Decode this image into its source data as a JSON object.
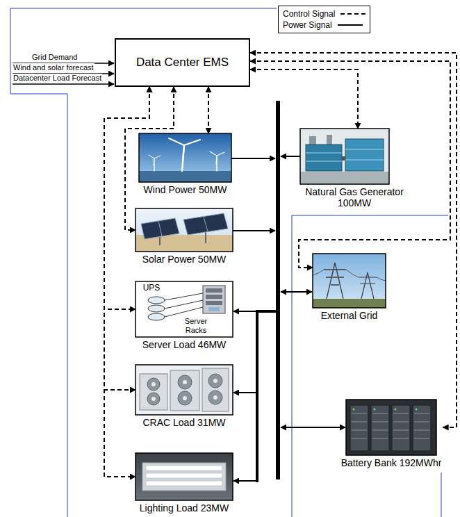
{
  "diagram": {
    "nodes": [
      {
        "text": [
          "Data Center EMS"
        ]
      },
      {
        "text": [
          "Wind Power 50MW"
        ]
      },
      {
        "text": [
          "Natural Gas Generator 100MW"
        ]
      },
      {
        "text": [
          "Solar Power 50MW"
        ]
      },
      {
        "text": [
          "External Grid"
        ]
      },
      {
        "text": [
          "UPS",
          "Server Racks",
          "Server Load 46MW"
        ]
      },
      {
        "text": [
          "CRAC Load 31MW"
        ]
      },
      {
        "text": [
          "Battery Bank 192MWhr"
        ]
      },
      {
        "text": [
          "Lighting Load 23MW"
        ]
      }
    ],
    "edges": [
      {
        "from": 0,
        "to": 1,
        "arrow": "both"
      },
      {
        "from": 0,
        "to": 3,
        "arrow": "both"
      },
      {
        "from": 0,
        "to": 5,
        "arrow": "both"
      },
      {
        "from": 0,
        "to": 6,
        "arrow": "both"
      },
      {
        "from": 0,
        "to": 8,
        "arrow": "both"
      },
      {
        "from": 0,
        "to": 2,
        "arrow": "both"
      },
      {
        "from": 0,
        "to": 4,
        "arrow": "both"
      },
      {
        "from": 0,
        "to": 7,
        "arrow": "both"
      }
    ],
    "labels": [
      "Grid Demand",
      "Wind and solar forecast",
      "Datacenter Load Forecast"
    ],
    "legend": [
      {
        "text": "Control Signal"
      },
      {
        "text": "Power Signal"
      }
    ]
  }
}
